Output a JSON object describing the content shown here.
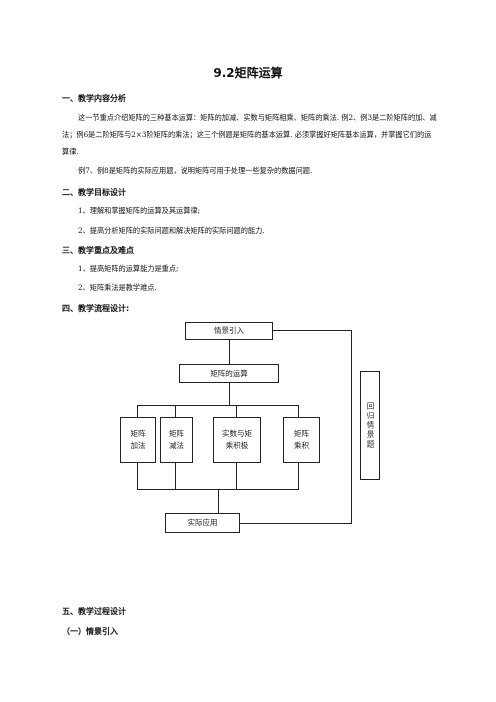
{
  "title": "9.2矩阵运算",
  "section1": {
    "heading": "一、教学内容分析",
    "p1": "这一节重点介绍矩阵的三种基本运算：矩阵的加减、实数与矩阵相乘、矩阵的乘法. 例2、例3是二阶矩阵的加、减法；例6是二阶矩阵与2×3阶矩阵的乘法；这三个例题是矩阵的基本运算. 必须掌握好矩阵基本运算，并掌握它们的运算律.",
    "p2": "例7、例8是矩阵的实际应用题，说明矩阵可用于处理一些复杂的数据问题."
  },
  "section2": {
    "heading": "二、教学目标设计",
    "items": [
      "1、理解和掌握矩阵的运算及其运算律;",
      "2、提高分析矩阵的实际问题和解决矩阵的实际问题的能力."
    ]
  },
  "section3": {
    "heading": "三、教学重点及难点",
    "items": [
      "1、提高矩阵的运算能力是重点;",
      "2、矩阵乘法是教学难点."
    ]
  },
  "section4": {
    "heading": "四、教学流程设计:",
    "flow": {
      "intro": "情景引入",
      "ops": "矩阵的运算",
      "add": "矩阵\n加法",
      "sub": "矩阵\n减法",
      "scalar": "实数与矩\n乘积极",
      "mul": "矩阵\n乘积",
      "apply": "实际应用",
      "back": "回归情景题"
    }
  },
  "section5": {
    "heading": "五、教学过程设计"
  },
  "subsection1": {
    "heading": "（一）情景引入"
  }
}
